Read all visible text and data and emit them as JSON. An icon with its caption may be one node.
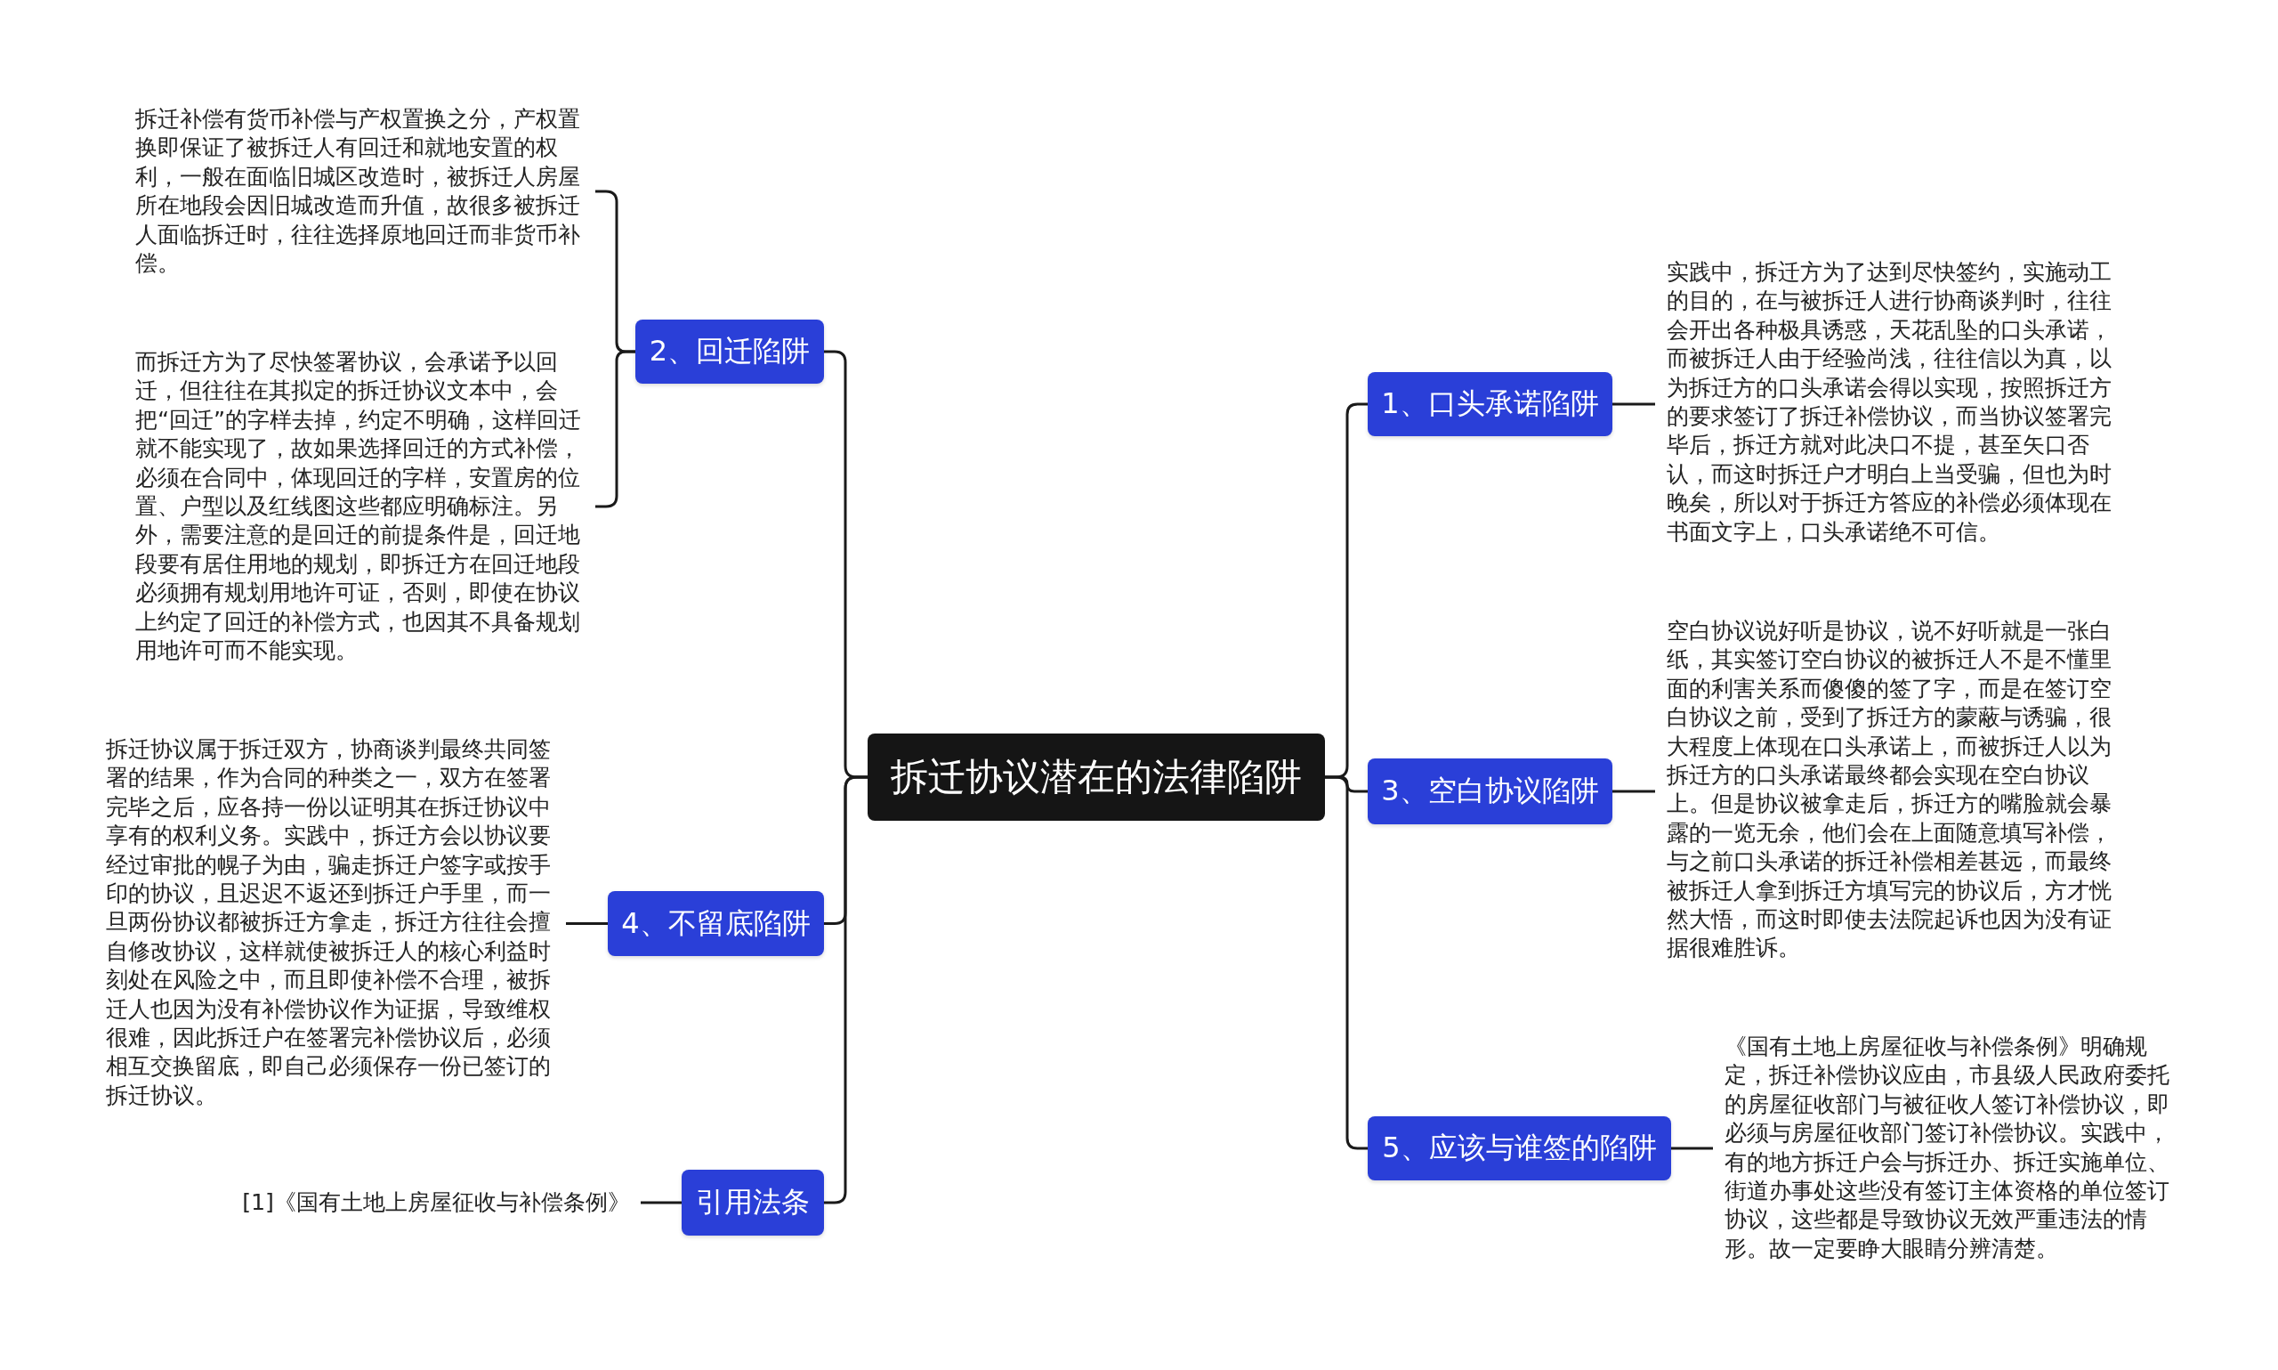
{
  "diagram": {
    "nodes": [
      {
        "text": [
          "拆迁协议潜在的法律陷阱"
        ]
      },
      {
        "text": [
          "1、口头承诺陷阱"
        ]
      },
      {
        "text": [
          "实践中，拆迁方为了达到尽快签约，实施动工的目的，在与被拆迁人进行协商谈判时，往往会开出各种极具诱惑，天花乱坠的口头承诺，而被拆迁人由于经验尚浅，往往信以为真，以为拆迁方的口头承诺会得以实现，按照拆迁方的要求签订了拆迁补偿协议，而当协议签署完毕后，拆迁方就对此决口不提，甚至矢口否认，而这时拆迁户才明白上当受骗，但也为时晚矣，所以对于拆迁方答应的补偿必须体现在书面文字上，口头承诺绝不可信。"
        ]
      },
      {
        "text": [
          "2、回迁陷阱"
        ]
      },
      {
        "text": [
          "拆迁补偿有货币补偿与产权置换之分，产权置换即保证了被拆迁人有回迁和就地安置的权利，一般在面临旧城区改造时，被拆迁人房屋所在地段会因旧城改造而升值，故很多被拆迁人面临拆迁时，往往选择原地回迁而非货币补偿。"
        ]
      },
      {
        "text": [
          "而拆迁方为了尽快签署协议，会承诺予以回迁，但往往在其拟定的拆迁协议文本中，会把“回迁”的字样去掉，约定不明确，这样回迁就不能实现了，故如果选择回迁的方式补偿，必须在合同中，体现回迁的字样，安置房的位置、户型以及红线图这些都应明确标注。另外，需要注意的是回迁的前提条件是，回迁地段要有居住用地的规划，即拆迁方在回迁地段必须拥有规划用地许可证，否则，即使在协议上约定了回迁的补偿方式，也因其不具备规划用地许可而不能实现。"
        ]
      },
      {
        "text": [
          "3、空白协议陷阱"
        ]
      },
      {
        "text": [
          "空白协议说好听是协议，说不好听就是一张白纸，其实签订空白协议的被拆迁人不是不懂里面的利害关系而傻傻的签了字，而是在签订空白协议之前，受到了拆迁方的蒙蔽与诱骗，很大程度上体现在口头承诺上，而被拆迁人以为拆迁方的口头承诺最终都会实现在空白协议上。但是协议被拿走后，拆迁方的嘴脸就会暴露的一览无余，他们会在上面随意填写补偿，与之前口头承诺的拆迁补偿相差甚远，而最终被拆迁人拿到拆迁方填写完的协议后，方才恍然大悟，而这时即使去法院起诉也因为没有证据很难胜诉。"
        ]
      },
      {
        "text": [
          "4、不留底陷阱"
        ]
      },
      {
        "text": [
          "拆迁协议属于拆迁双方，协商谈判最终共同签署的结果，作为合同的种类之一，双方在签署完毕之后，应各持一份以证明其在拆迁协议中享有的权利义务。实践中，拆迁方会以协议要经过审批的幌子为由，骗走拆迁户签字或按手印的协议，且迟迟不返还到拆迁户手里，而一旦两份协议都被拆迁方拿走，拆迁方往往会擅自修改协议，这样就使被拆迁人的核心利益时刻处在风险之中，而且即使补偿不合理，被拆迁人也因为没有补偿协议作为证据，导致维权很难，因此拆迁户在签署完补偿协议后，必须相互交换留底，即自己必须保存一份已签订的拆迁协议。"
        ]
      },
      {
        "text": [
          "5、应该与谁签的陷阱"
        ]
      },
      {
        "text": [
          "《国有土地上房屋征收与补偿条例》明确规定，拆迁补偿协议应由，市县级人民政府委托的房屋征收部门与被征收人签订补偿协议，即必须与房屋征收部门签订补偿协议。实践中，有的地方拆迁户会与拆迁办、拆迁实施单位、街道办事处这些没有签订主体资格的单位签订协议，这些都是导致协议无效严重违法的情形。故一定要睁大眼睛分辨清楚。"
        ]
      },
      {
        "text": [
          "引用法条"
        ]
      },
      {
        "text": [
          "[1]《国有土地上房屋征收与补偿条例》"
        ]
      }
    ],
    "edges": [
      {
        "from": 0,
        "to": 1,
        "arrow": "none"
      },
      {
        "from": 0,
        "to": 3,
        "arrow": "none"
      },
      {
        "from": 0,
        "to": 6,
        "arrow": "none"
      },
      {
        "from": 0,
        "to": 8,
        "arrow": "none"
      },
      {
        "from": 0,
        "to": 10,
        "arrow": "none"
      },
      {
        "from": 0,
        "to": 12,
        "arrow": "none"
      },
      {
        "from": 1,
        "to": 2,
        "arrow": "none"
      },
      {
        "from": 3,
        "to": 4,
        "arrow": "none"
      },
      {
        "from": 3,
        "to": 5,
        "arrow": "none"
      },
      {
        "from": 6,
        "to": 7,
        "arrow": "none"
      },
      {
        "from": 8,
        "to": 9,
        "arrow": "none"
      },
      {
        "from": 10,
        "to": 11,
        "arrow": "none"
      },
      {
        "from": 12,
        "to": 13,
        "arrow": "none"
      }
    ]
  }
}
